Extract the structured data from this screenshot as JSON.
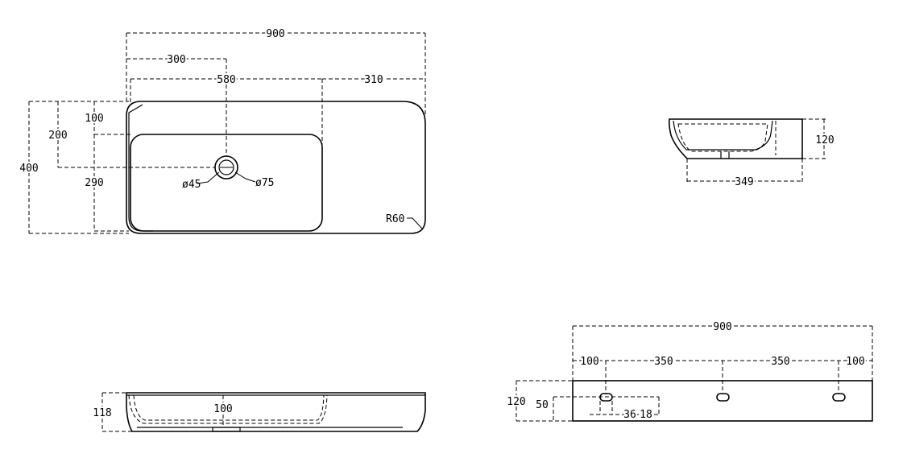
{
  "top_view": {
    "dims": {
      "overall_length": "900",
      "drain_offset": "300",
      "basin_length": "580",
      "deck_length": "310",
      "overall_depth": "400",
      "drain_from_back": "200",
      "basin_from_back": "100",
      "basin_depth": "290",
      "drain_inner_dia": "ø45",
      "drain_outer_dia": "ø75",
      "corner_radius": "R60"
    }
  },
  "side_view": {
    "dims": {
      "height": "120",
      "depth": "349"
    }
  },
  "front_view": {
    "dims": {
      "height": "118",
      "basin_depth": "100"
    }
  },
  "rear_view": {
    "dims": {
      "overall_length": "900",
      "slot_edge_left": "100",
      "slot_spacing_1": "350",
      "slot_spacing_2": "350",
      "slot_edge_right": "100",
      "height": "120",
      "slot_height": "50",
      "slot_width": "36",
      "slot_height_2": "18"
    }
  }
}
